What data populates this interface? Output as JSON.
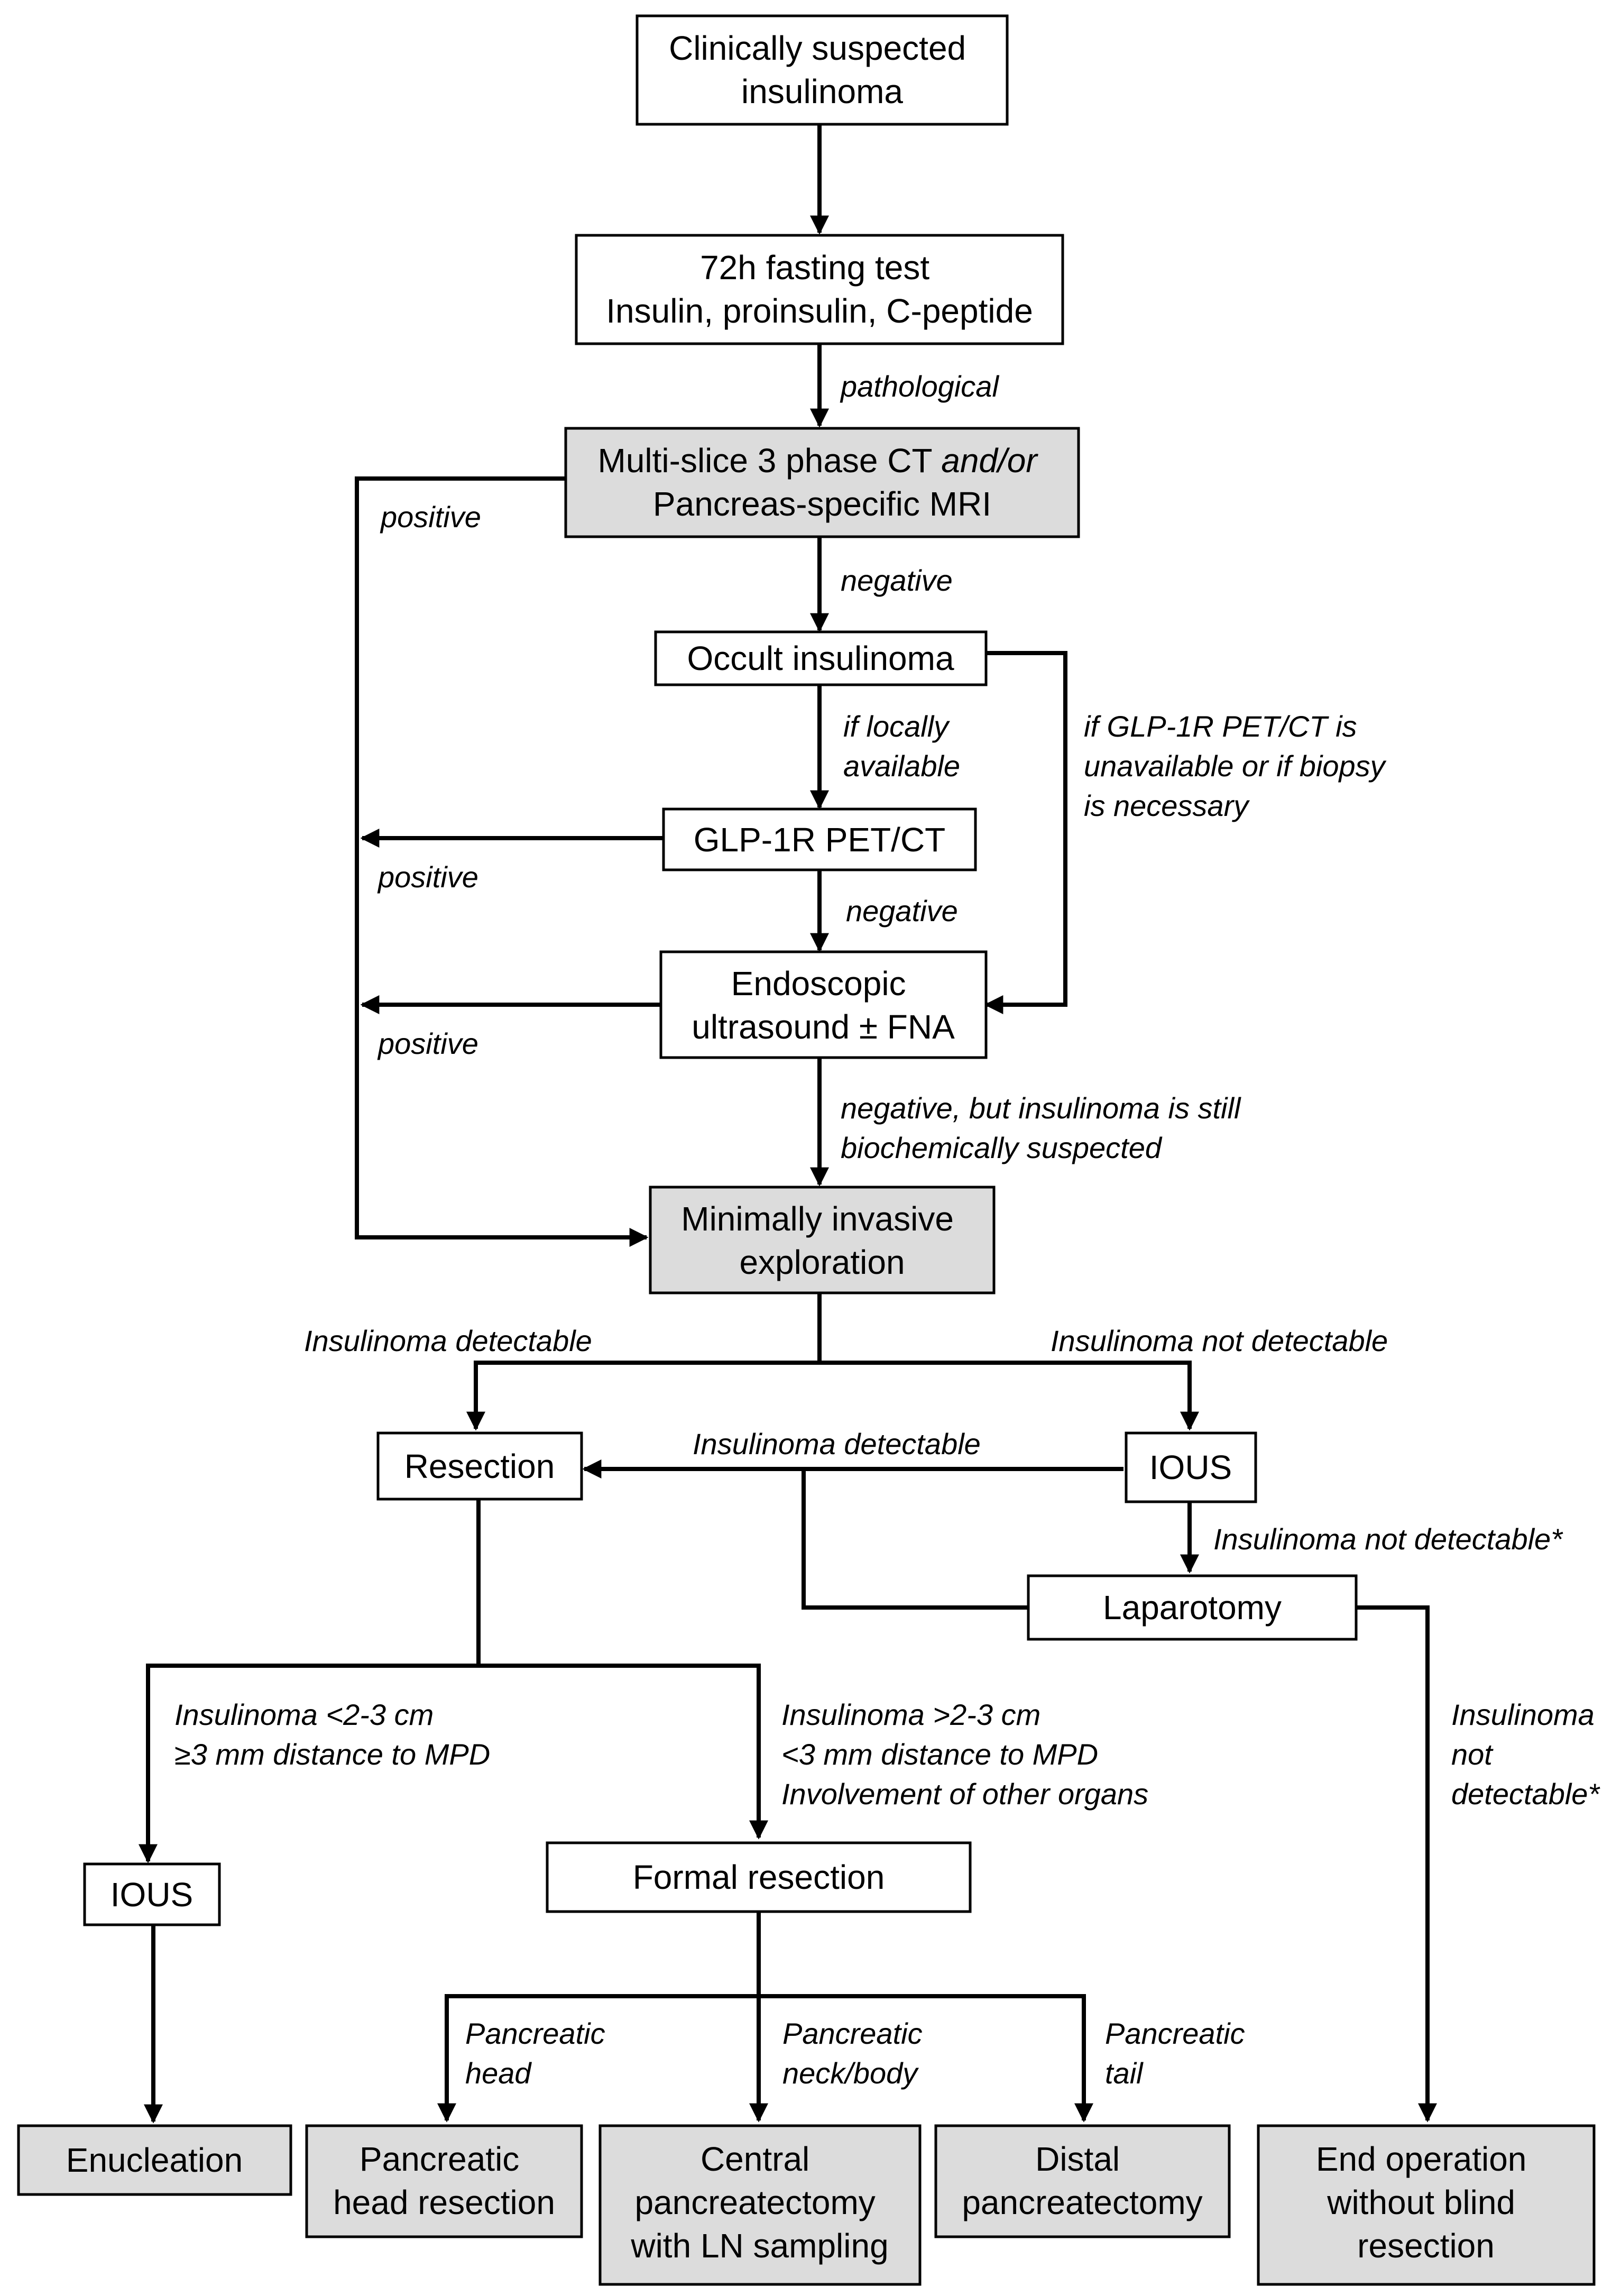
{
  "colors": {
    "box_fill": "#ffffff",
    "box_fill_gray": "#dcdcdc",
    "stroke": "#000000"
  },
  "nodes": {
    "suspected": [
      "Clinically suspected",
      "insulinoma"
    ],
    "fasting": [
      "72h fasting test",
      "Insulin, proinsulin, C-peptide"
    ],
    "ct_mri": {
      "line1_prefix": "Multi-slice 3 phase CT ",
      "line1_italic": "and/or",
      "line2": "Pancreas-specific MRI"
    },
    "occult": [
      "Occult insulinoma"
    ],
    "glp1r": [
      "GLP-1R PET/CT"
    ],
    "eus": [
      "Endoscopic",
      "ultrasound ± FNA"
    ],
    "exploration": [
      "Minimally invasive",
      "exploration"
    ],
    "resection": [
      "Resection"
    ],
    "ious_right": [
      "IOUS"
    ],
    "laparotomy": [
      "Laparotomy"
    ],
    "ious_left": [
      "IOUS"
    ],
    "formal_resection": [
      "Formal resection"
    ],
    "enucleation": [
      "Enucleation"
    ],
    "head_resection": [
      "Pancreatic",
      "head resection"
    ],
    "central": [
      "Central",
      "pancreatectomy",
      "with LN sampling"
    ],
    "distal": [
      "Distal",
      "pancreatectomy"
    ],
    "end_operation": [
      "End operation",
      "without blind",
      "resection"
    ]
  },
  "edge_labels": {
    "pathological": [
      "pathological"
    ],
    "positive_ct": [
      "positive"
    ],
    "negative_ct": [
      "negative"
    ],
    "locally_available": [
      "if locally",
      "available"
    ],
    "glp_unavailable": [
      "if GLP-1R PET/CT is",
      "unavailable or if biopsy",
      "is necessary"
    ],
    "positive_glp": [
      "positive"
    ],
    "negative_glp": [
      "negative"
    ],
    "positive_eus": [
      "positive"
    ],
    "negative_eus": [
      "negative, but insulinoma is still",
      "biochemically suspected"
    ],
    "detectable_left": [
      "Insulinoma detectable"
    ],
    "not_detectable_right": [
      "Insulinoma not detectable"
    ],
    "detectable_ious": [
      "Insulinoma detectable"
    ],
    "not_detectable_ious": [
      "Insulinoma not detectable*"
    ],
    "small_tumor": [
      "Insulinoma <2-3 cm",
      "≥3 mm distance to MPD"
    ],
    "large_tumor": [
      "Insulinoma >2-3 cm",
      "<3 mm distance to MPD",
      "Involvement of other organs"
    ],
    "not_detectable_lap": [
      "Insulinoma",
      "not",
      "detectable*"
    ],
    "head": [
      "Pancreatic",
      "head"
    ],
    "neck_body": [
      "Pancreatic",
      "neck/body"
    ],
    "tail": [
      "Pancreatic",
      "tail"
    ]
  }
}
